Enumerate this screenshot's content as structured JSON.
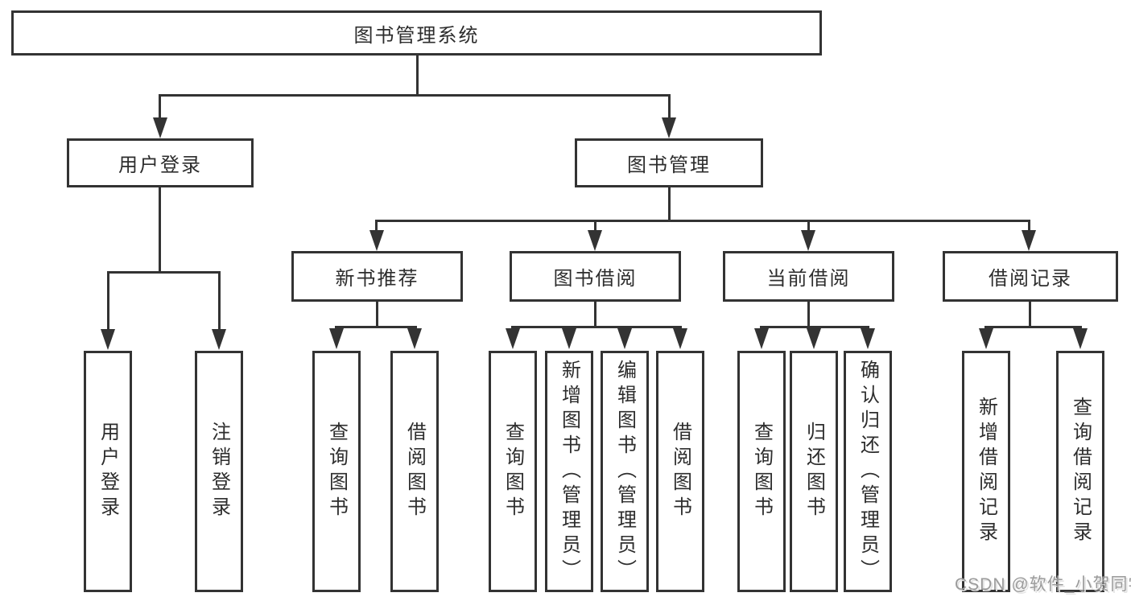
{
  "tree": {
    "root": {
      "label": "图书管理系统"
    },
    "branches": [
      {
        "label": "用户登录",
        "children": [
          {
            "label": "用户登录"
          },
          {
            "label": "注销登录"
          }
        ]
      },
      {
        "label": "图书管理",
        "children": [
          {
            "label": "新书推荐",
            "children": [
              {
                "label": "查询图书"
              },
              {
                "label": "借阅图书"
              }
            ]
          },
          {
            "label": "图书借阅",
            "children": [
              {
                "label": "查询图书"
              },
              {
                "label": "新增图书（管理员）"
              },
              {
                "label": "编辑图书（管理员）"
              },
              {
                "label": "借阅图书"
              }
            ]
          },
          {
            "label": "当前借阅",
            "children": [
              {
                "label": "查询图书"
              },
              {
                "label": "归还图书"
              },
              {
                "label": "确认归还（管理员）"
              }
            ]
          },
          {
            "label": "借阅记录",
            "children": [
              {
                "label": "新增借阅记录"
              },
              {
                "label": "查询借阅记录"
              }
            ]
          }
        ]
      }
    ]
  },
  "watermark": {
    "text": "CSDN @软件_小贺同学"
  },
  "colors": {
    "line": "#333333",
    "text": "#2d2d2d",
    "background": "#ffffff",
    "watermark": "#9b9b9b"
  }
}
